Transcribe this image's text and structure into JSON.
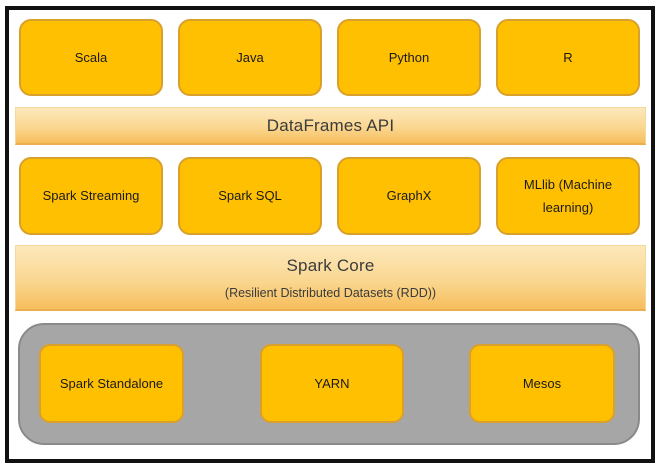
{
  "layers": {
    "languages": [
      "Scala",
      "Java",
      "Python",
      "R"
    ],
    "dataframes_api": "DataFrames API",
    "components": [
      "Spark Streaming",
      "Spark SQL",
      "GraphX",
      "MLlib (Machine learning)"
    ],
    "spark_core": {
      "title": "Spark Core",
      "subtitle": "(Resilient Distributed Datasets (RDD))"
    },
    "cluster_managers": [
      "Spark Standalone",
      "YARN",
      "Mesos"
    ]
  },
  "colors": {
    "gold-fill": "#FFC002",
    "gold-border": "#D9A02B",
    "band-top": "#FCE8BB",
    "band-mid": "#FAD791",
    "band-bottom": "#F6BE5C",
    "band-border": "#F4D99F",
    "band-edge": "#ECAE4E",
    "gray-fill": "#A6A6A6",
    "gray-border": "#8A8A8A",
    "frame": "#111111",
    "label-text": "#1A1A1A",
    "band-text": "#3B3B3B"
  }
}
